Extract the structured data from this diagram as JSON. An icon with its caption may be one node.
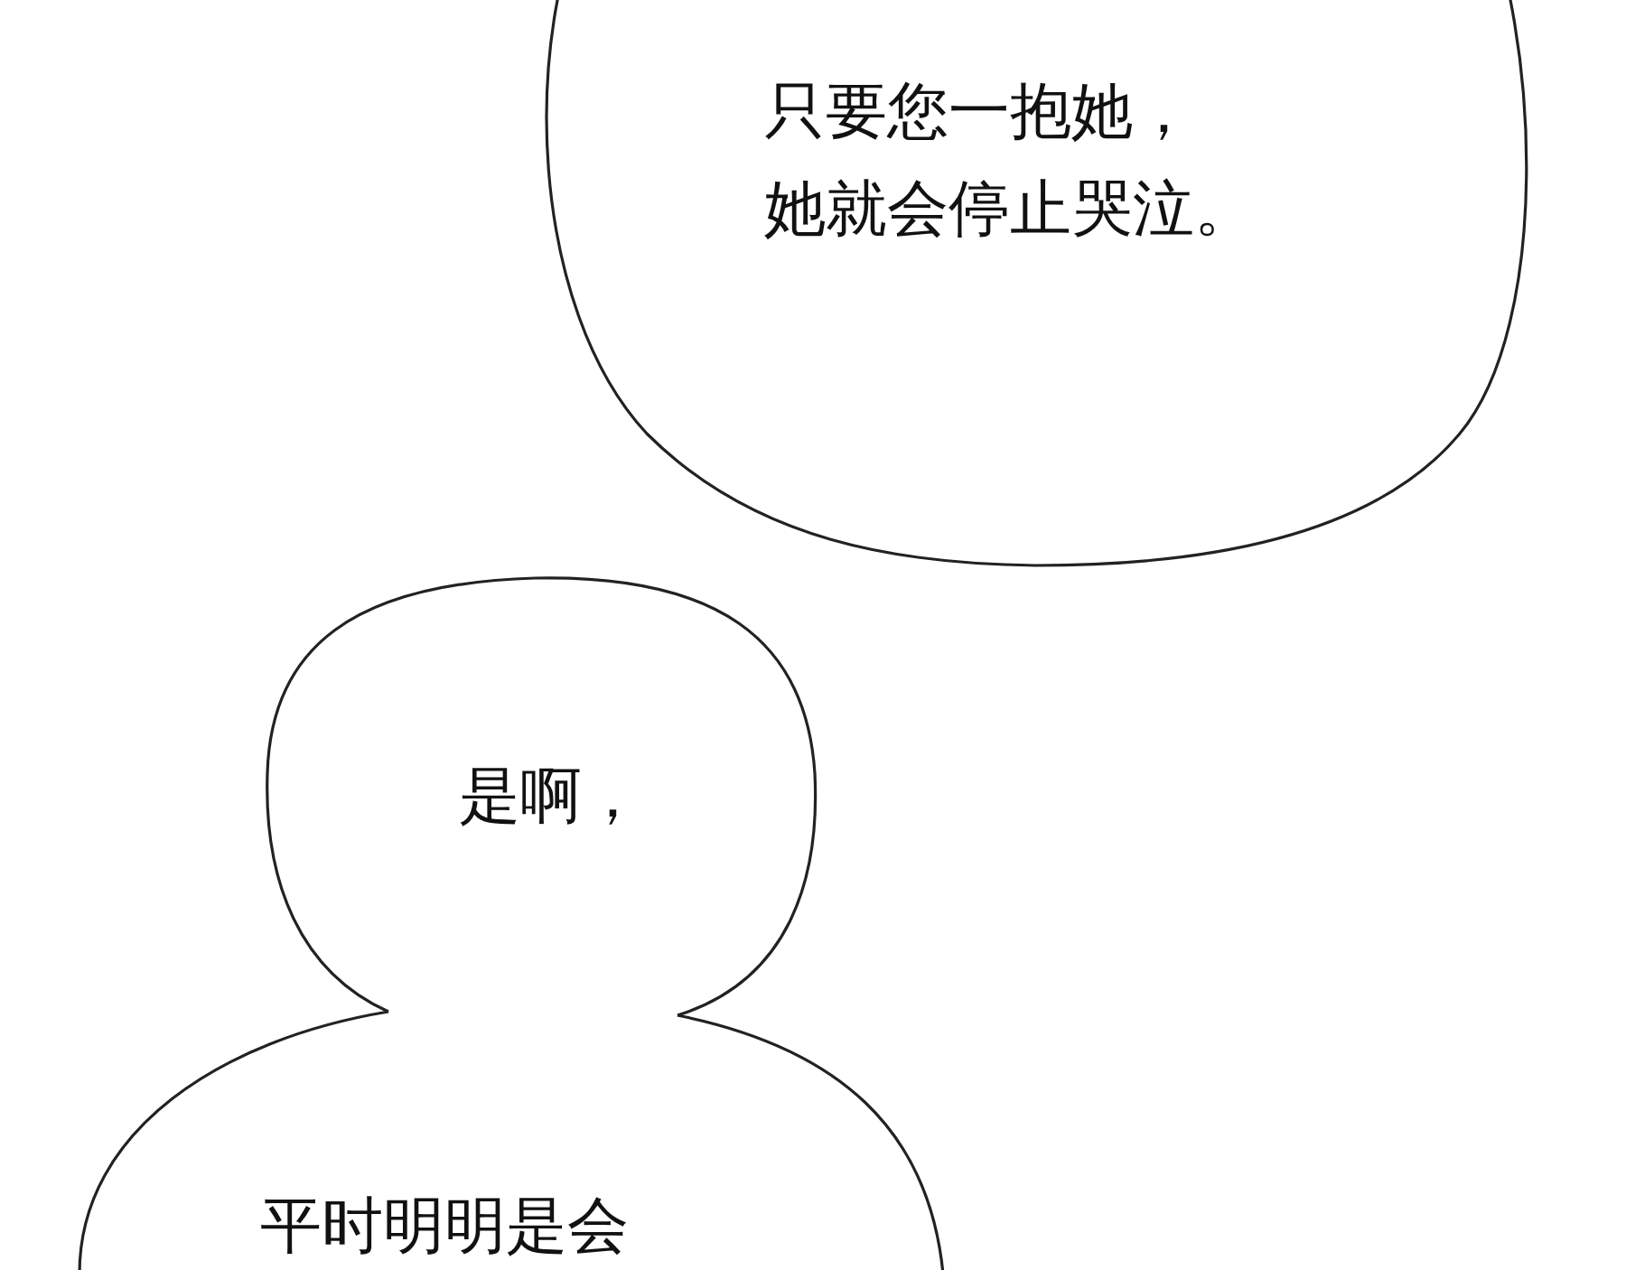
{
  "diagram": {
    "nodes": [
      {
        "text": [
          "只要您一抱她，她就会停止哭泣。"
        ]
      },
      {
        "text": [
          "是啊，"
        ]
      },
      {
        "text": [
          "平时明明是会"
        ]
      }
    ]
  }
}
